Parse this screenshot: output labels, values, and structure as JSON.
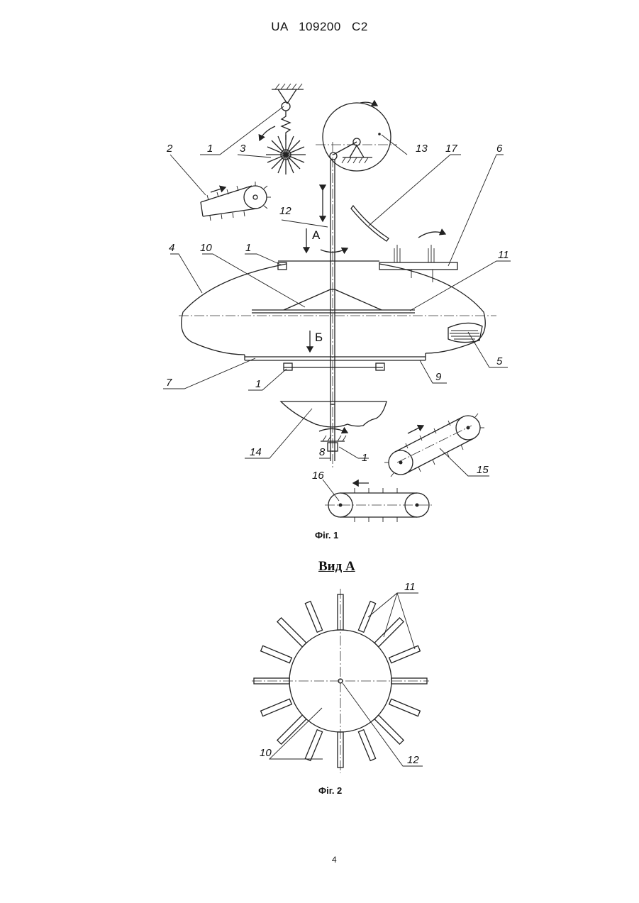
{
  "header": {
    "patent_number": "UA   109200   C2"
  },
  "figure1": {
    "caption": "Фіг. 1",
    "callouts": [
      "1",
      "2",
      "3",
      "1",
      "13",
      "17",
      "6",
      "12",
      "4",
      "10",
      "1",
      "11",
      "5",
      "7",
      "1",
      "9",
      "14",
      "8",
      "1",
      "15",
      "16"
    ],
    "direction_labels": [
      "А",
      "Б"
    ]
  },
  "figure2": {
    "title": "Вид А",
    "caption": "Фіг. 2",
    "callouts": [
      "11",
      "10",
      "12"
    ]
  },
  "page_number": "4"
}
